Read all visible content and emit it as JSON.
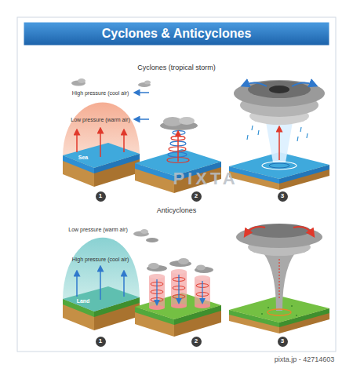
{
  "diagram": {
    "title": "Cyclones & Anticyclones",
    "nodes": [
      {
        "text": [
          "1"
        ]
      },
      {
        "text": [
          "2"
        ]
      },
      {
        "text": [
          "3"
        ]
      },
      {
        "text": [
          "1"
        ]
      },
      {
        "text": [
          "2"
        ]
      },
      {
        "text": [
          "3"
        ]
      }
    ],
    "labels": [
      "Cyclones (tropical storm)",
      "High pressure (cool air)",
      "Low pressure (warm air)",
      "Sea",
      "Anticyclones",
      "Low pressure (warm air)",
      "High pressure (cool air)",
      "Land",
      "PIXTA",
      "pixta.jp - 42714603"
    ]
  }
}
